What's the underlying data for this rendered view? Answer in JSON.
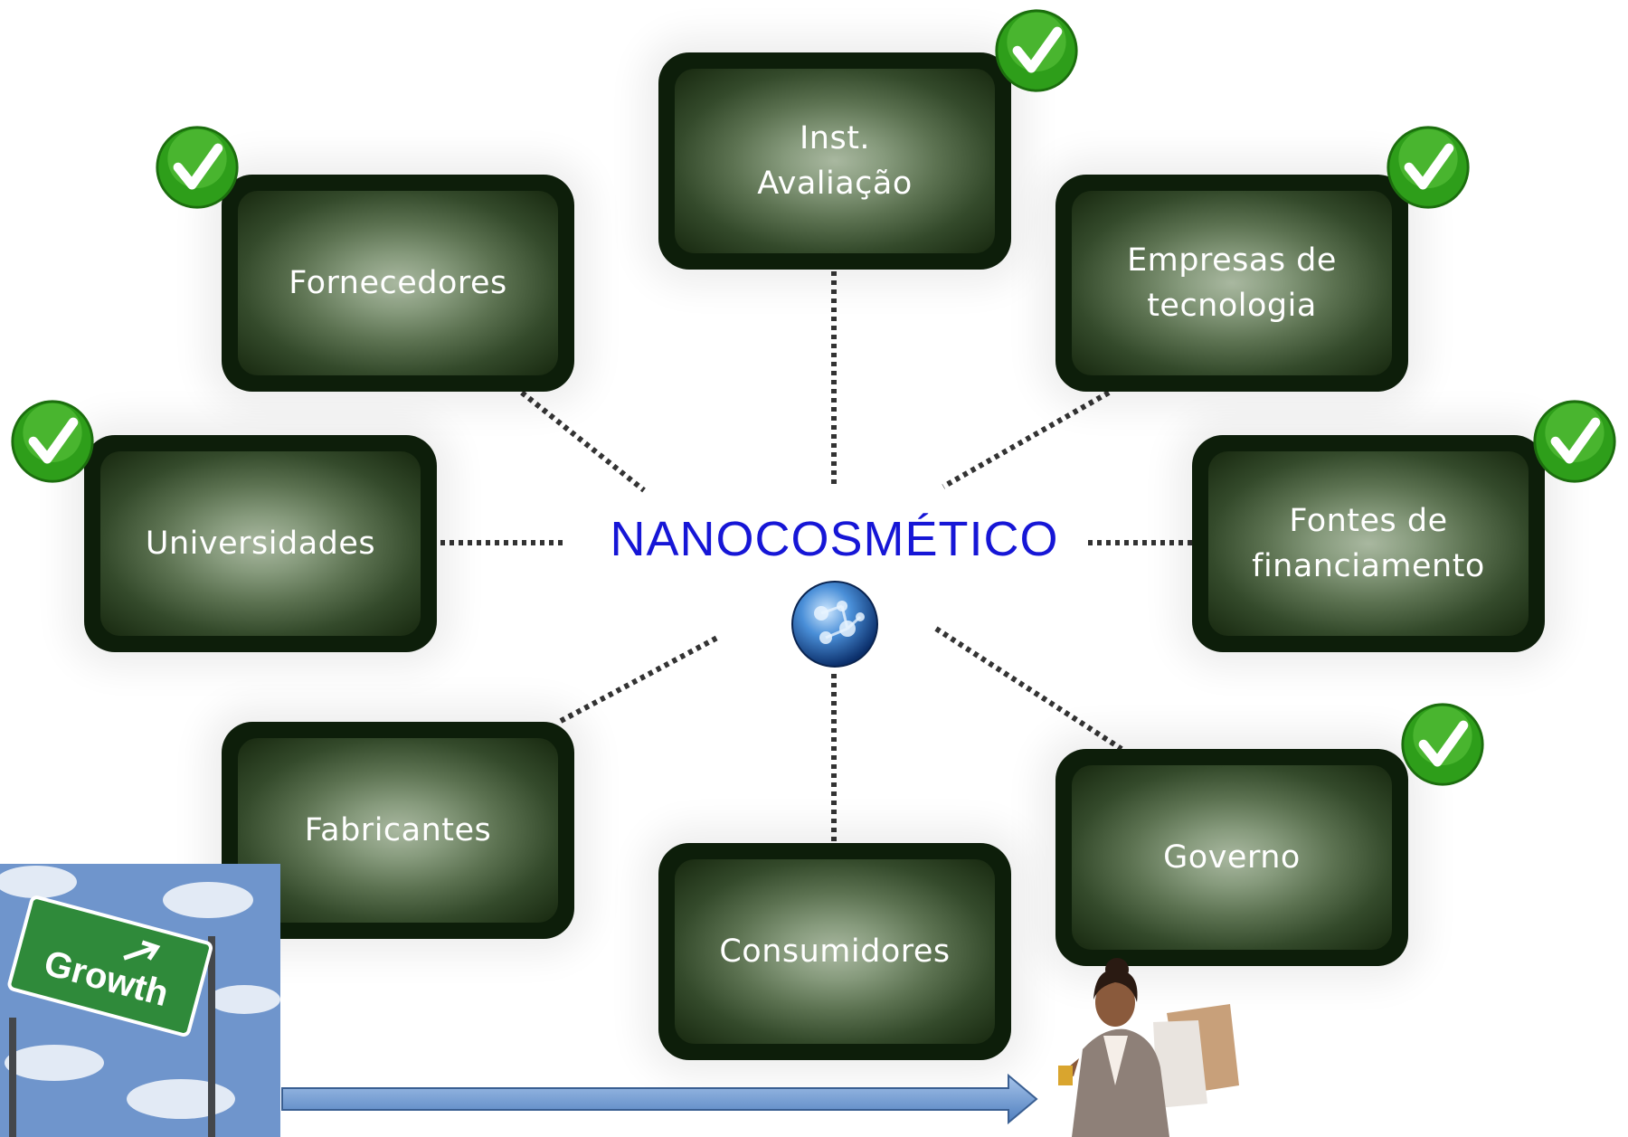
{
  "center": {
    "title": "NANOCOSMÉTICO",
    "icon": "molecule-sphere-icon"
  },
  "nodes": {
    "inst_avaliacao": {
      "line1": "Inst.",
      "line2": "Avaliação",
      "checked": true
    },
    "fornecedores": {
      "label": "Fornecedores",
      "checked": true
    },
    "empresas": {
      "line1": "Empresas de",
      "line2": "tecnologia",
      "checked": true
    },
    "universidades": {
      "label": "Universidades",
      "checked": true
    },
    "fontes": {
      "line1": "Fontes de",
      "line2": "financiamento",
      "checked": true
    },
    "fabricantes": {
      "label": "Fabricantes",
      "checked": false
    },
    "consumidores": {
      "label": "Consumidores",
      "checked": false
    },
    "governo": {
      "label": "Governo",
      "checked": true
    }
  },
  "images": {
    "growth_sign": {
      "text": "Growth",
      "icon": "highway-growth-sign-image"
    },
    "arrow": {
      "icon": "right-arrow-icon"
    },
    "shopper": {
      "icon": "woman-shopping-bags-image"
    }
  },
  "colors": {
    "node_dark": "#0d1e0a",
    "node_glow": "#a9b8a0",
    "center_title": "#1616d6",
    "check_green": "#2e9e1a",
    "arrow_blue": "#6f9bd4"
  }
}
